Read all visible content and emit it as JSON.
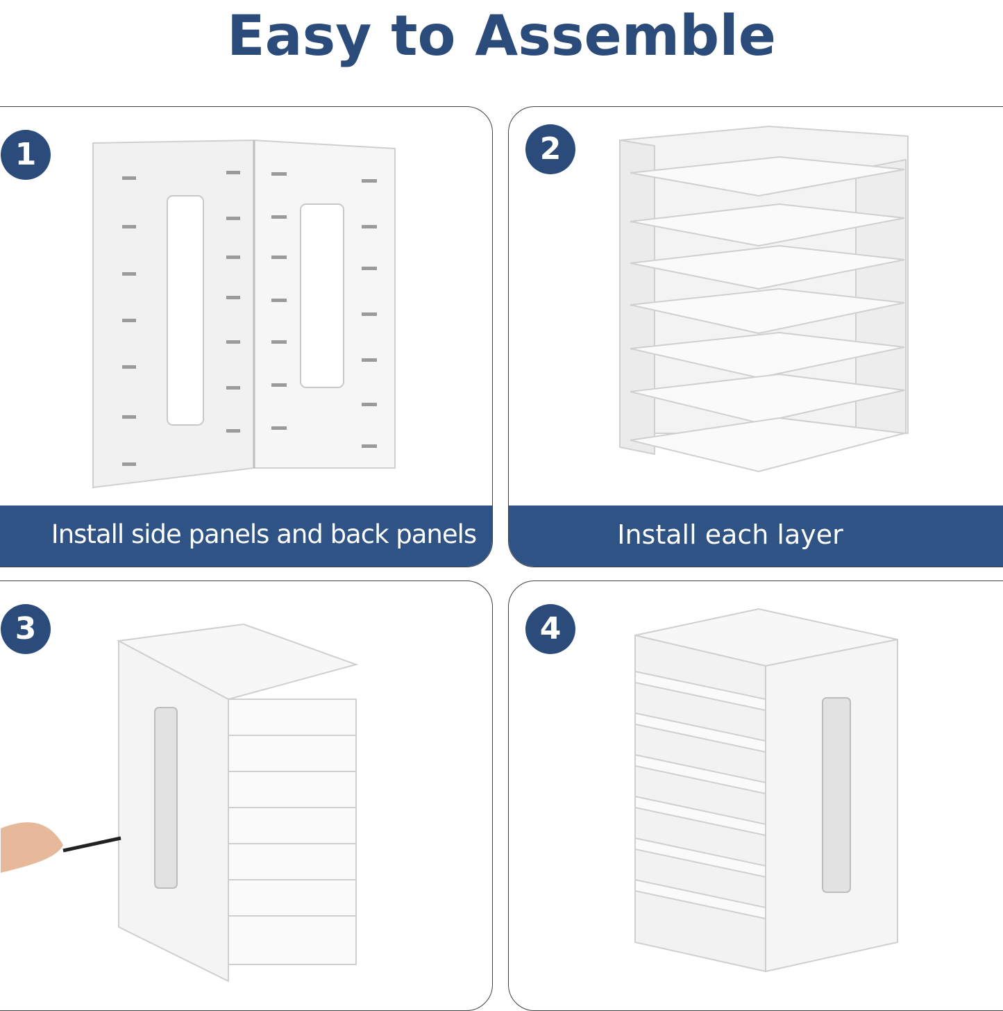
{
  "title": "Easy to Assemble",
  "colors": {
    "brand_blue": "#2b4b7b",
    "caption_blue": "#2f5384",
    "panel_border": "#3b3f46"
  },
  "steps": [
    {
      "number": "1",
      "caption": "Install side panels and back panels"
    },
    {
      "number": "2",
      "caption": "Install each layer"
    },
    {
      "number": "3",
      "caption": ""
    },
    {
      "number": "4",
      "caption": ""
    }
  ]
}
